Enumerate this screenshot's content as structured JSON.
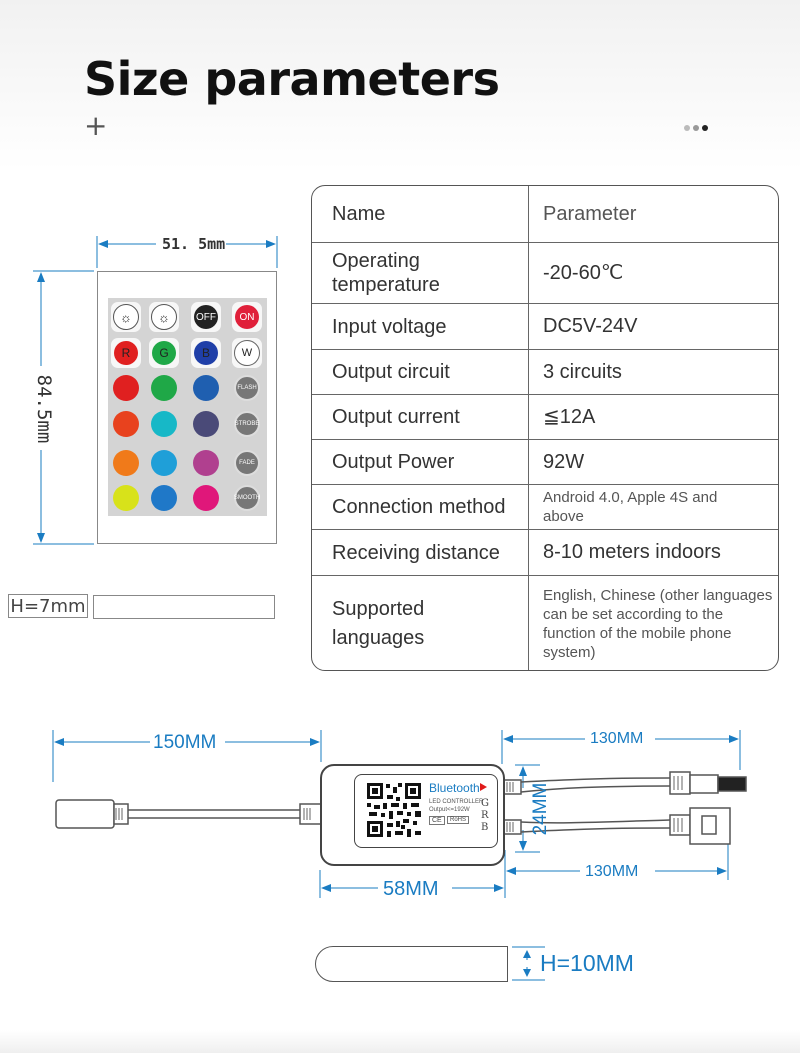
{
  "header": {
    "title": "Size parameters",
    "plus_glyph": "+"
  },
  "table": {
    "rows": [
      {
        "name": "Name",
        "value": "Parameter"
      },
      {
        "name": "Operating temperature",
        "value": "-20-60℃"
      },
      {
        "name": "Input voltage",
        "value": "DC5V-24V"
      },
      {
        "name": "Output circuit",
        "value": "3 circuits"
      },
      {
        "name": "Output current",
        "value": "≦12A"
      },
      {
        "name": "Output Power",
        "value": "92W"
      },
      {
        "name": "Connection method",
        "value": "Android 4.0, Apple 4S and above"
      },
      {
        "name": "Receiving distance",
        "value": "8-10 meters indoors"
      },
      {
        "name": "Supported languages",
        "value": "English, Chinese (other languages can be set according to the function of the mobile phone system)"
      }
    ]
  },
  "remote": {
    "width_label": "51. 5mm",
    "height_label": "84.5mm",
    "thickness_label": "H=7mm",
    "buttons": {
      "off": "OFF",
      "on": "ON",
      "r": "R",
      "g": "G",
      "b": "B",
      "w": "W",
      "flash": "FLASH",
      "strobe": "STROBE",
      "fade": "FADE",
      "smooth": "SMOOTH"
    },
    "colors": {
      "row1": [
        "#e02020",
        "#1fa847",
        "#1f5fb0"
      ],
      "row2": [
        "#e8421e",
        "#17b8c7",
        "#4a4a78"
      ],
      "row3": [
        "#f07a1a",
        "#1f9fd8",
        "#b0408f"
      ],
      "row4": [
        "#d8e21a",
        "#1f78c8",
        "#e0177a"
      ]
    }
  },
  "controller": {
    "left_cable_label": "150MM",
    "right_cable_top_label": "130MM",
    "right_cable_bottom_label": "130MM",
    "body_width_label": "58MM",
    "body_height_label": "24MM",
    "thickness_label": "H=10MM",
    "brand": "Bluetooth",
    "subtitle": "LED CONTROLLER",
    "output": "Output<=192W",
    "rgb_letters": [
      "G",
      "R",
      "B"
    ],
    "cert1": "CE",
    "cert2": "RoHS"
  },
  "accent_color": "#1a7cc2"
}
